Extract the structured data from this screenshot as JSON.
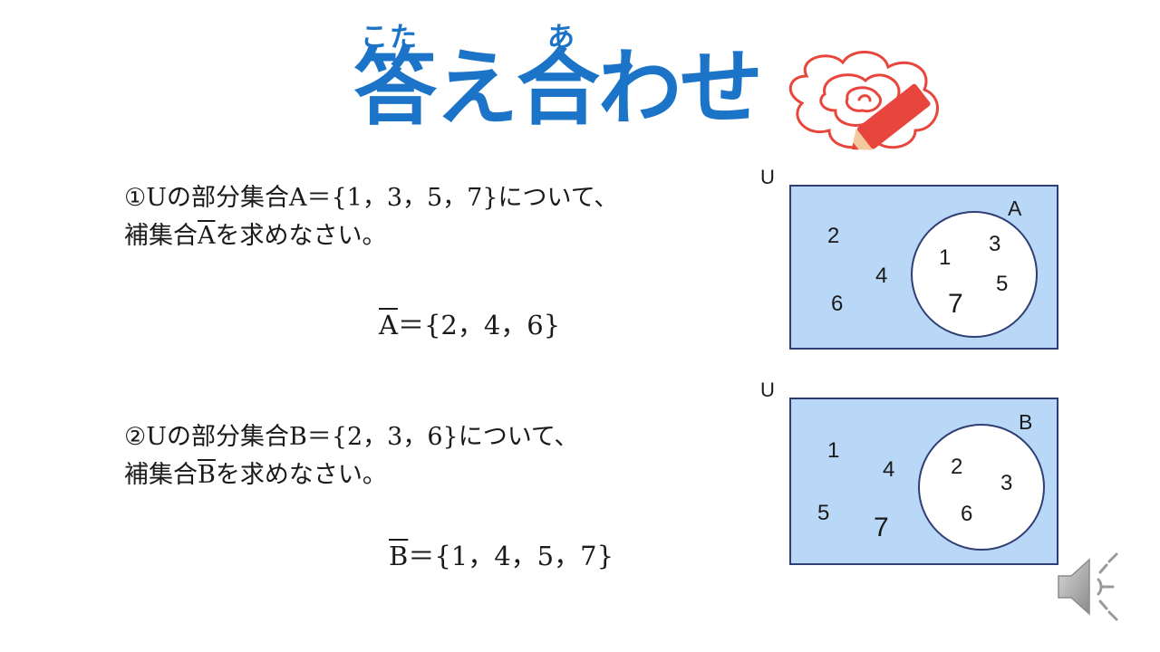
{
  "header": {
    "title": "答え合わせ",
    "ruby_kota": "こた",
    "ruby_a": "あ"
  },
  "question1": {
    "line1": "①Uの部分集合A＝{1，3，5，7}について、",
    "line2_prefix": "補集合",
    "line2_symbol": "A",
    "line2_suffix": "を求めなさい。",
    "answer_symbol": "A",
    "answer_value": "＝{2，4，6}"
  },
  "question2": {
    "line1": "②Uの部分集合B＝{2，3，6}について、",
    "line2_prefix": "補集合",
    "line2_symbol": "B",
    "line2_suffix": "を求めなさい。",
    "answer_symbol": "B",
    "answer_value": "＝{1，4，5，7}"
  },
  "venn1": {
    "universe_label": "U",
    "set_label": "A",
    "outside": [
      "2",
      "4",
      "6"
    ],
    "inside": [
      "1",
      "3",
      "5",
      "7"
    ]
  },
  "venn2": {
    "universe_label": "U",
    "set_label": "B",
    "outside": [
      "1",
      "4",
      "5",
      "7"
    ],
    "inside": [
      "2",
      "3",
      "6"
    ]
  },
  "colors": {
    "title_blue": "#1c74c8",
    "venn_fill": "#b9d8f7",
    "venn_stroke": "#2f3f73",
    "scribble_red": "#e8463c"
  },
  "icons": {
    "speaker": "speaker-icon"
  }
}
